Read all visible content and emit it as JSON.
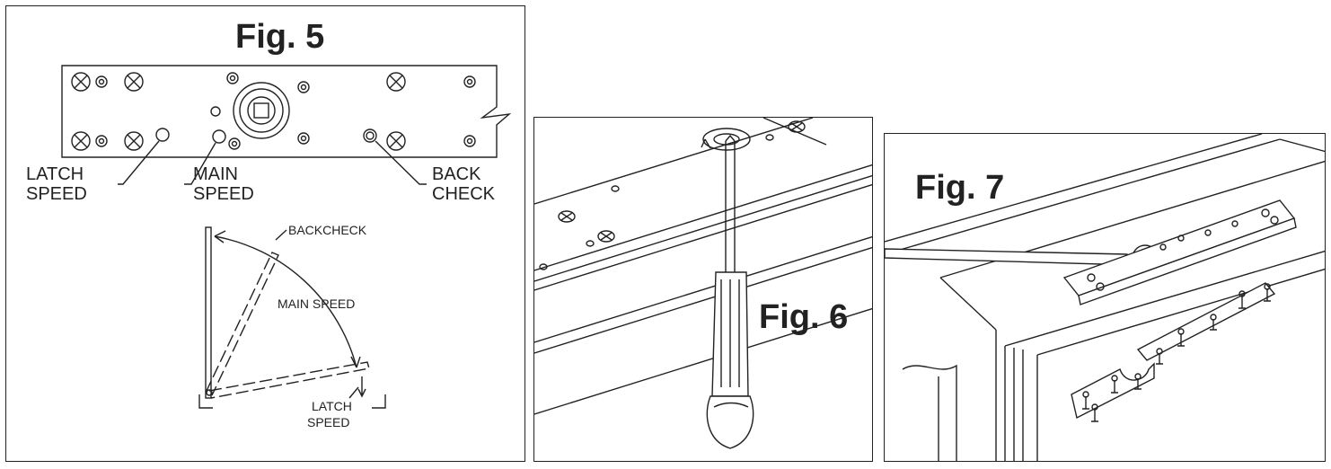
{
  "fig5": {
    "title": "Fig. 5",
    "label_latch": [
      "LATCH",
      "SPEED"
    ],
    "label_main": [
      "MAIN",
      "SPEED"
    ],
    "label_back": [
      "BACK",
      "CHECK"
    ],
    "swing_backcheck": "BACKCHECK",
    "swing_main": "MAIN SPEED",
    "swing_latch": [
      "LATCH",
      "SPEED"
    ]
  },
  "fig6": {
    "title": "Fig. 6"
  },
  "fig7": {
    "title": "Fig. 7"
  }
}
